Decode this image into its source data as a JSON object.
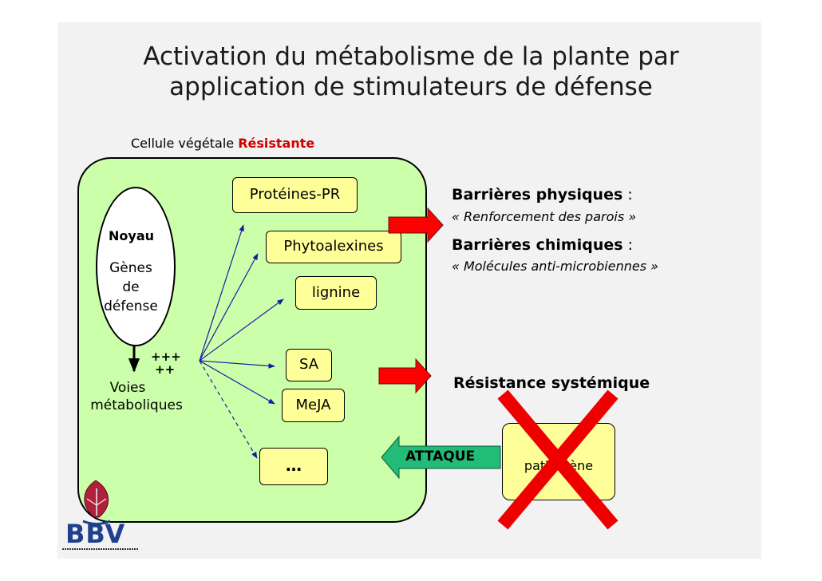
{
  "title": {
    "line1": "Activation du métabolisme de la plante par",
    "line2": "application de stimulateurs de défense"
  },
  "subtitle": {
    "prefix": "Cellule végétale ",
    "highlight": "Résistante"
  },
  "nucleus": {
    "label": "Noyau",
    "genes": [
      "Gènes",
      "de",
      "défense"
    ]
  },
  "induction": {
    "strong": "+++",
    "medium": "++"
  },
  "pathways": {
    "label1": "Voies",
    "label2": "métaboliques"
  },
  "compounds": {
    "proteines": "Protéines-PR",
    "phytoalexines": "Phytoalexines",
    "lignine": "lignine",
    "sa": "SA",
    "meja": "MeJA",
    "more": "…"
  },
  "responses": {
    "physical": {
      "label": "Barrières physiques",
      "sep": " :",
      "detail": "« Renforcement des parois »"
    },
    "chemical": {
      "label": "Barrières chimiques",
      "sep": " :",
      "detail": "« Molécules anti-microbiennes »"
    },
    "systemic": "Résistance systémique"
  },
  "attack": {
    "label": "ATTAQUE"
  },
  "pathogen": {
    "label": "pathogène"
  },
  "logo": {
    "text": "BBV"
  },
  "colors": {
    "cell": "#ccffaa",
    "box": "#ffff99",
    "arrow_red": "#ff0000",
    "arrow_green": "#22bb77",
    "highlight": "#d00000",
    "cross": "#ee0000",
    "logo_blue": "#1f3f8f",
    "logo_red": "#b0203a"
  }
}
